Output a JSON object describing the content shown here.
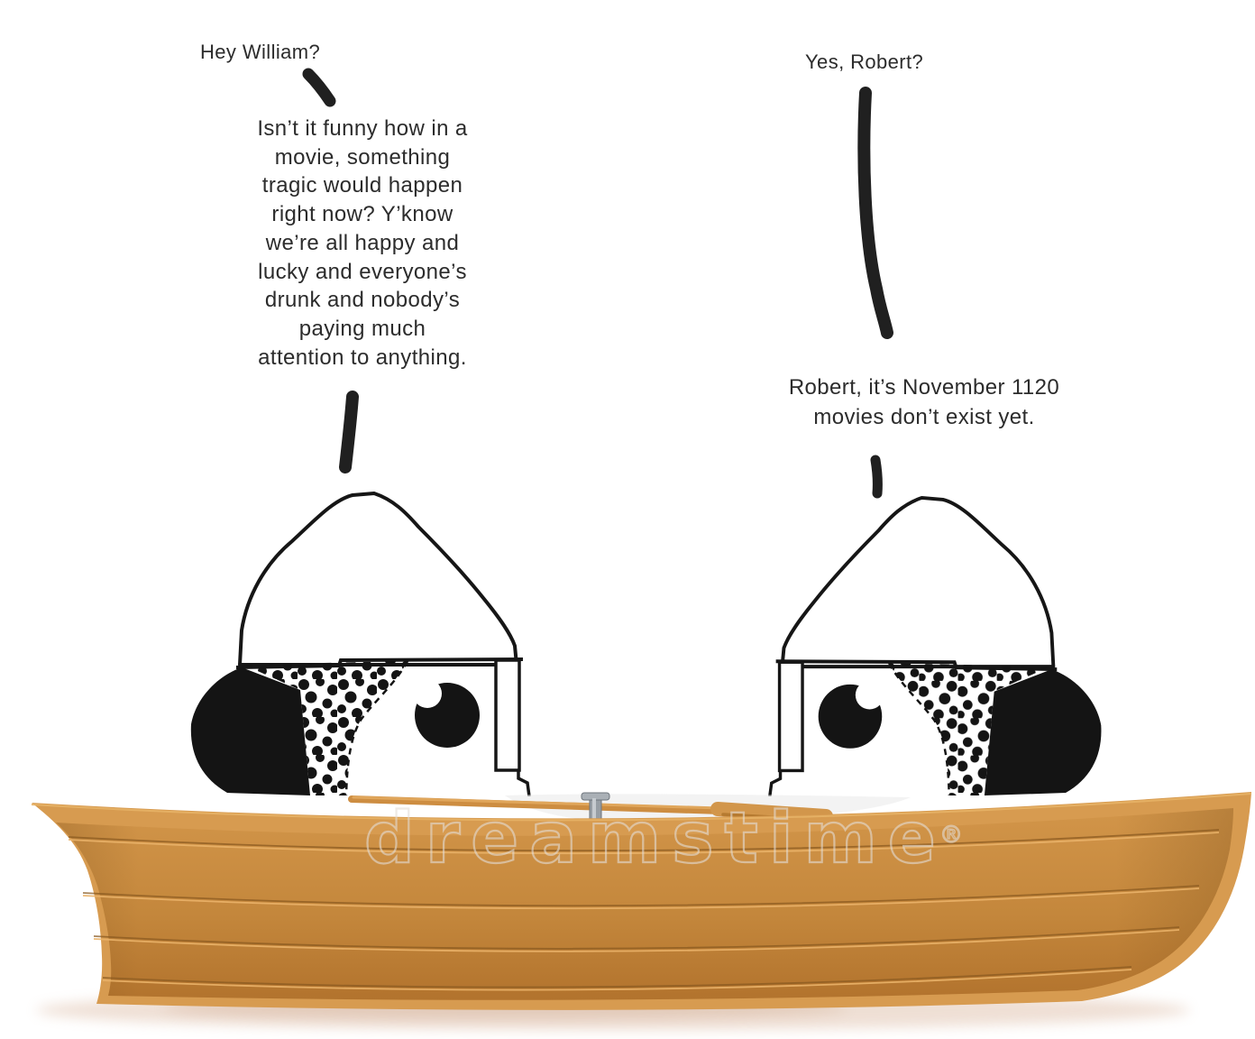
{
  "dialogue": {
    "robert_greeting": "Hey William?",
    "william_response": "Yes, Robert?",
    "robert_monologue_lines": [
      "Isn’t it funny how in a",
      "movie, something",
      "tragic would happen",
      "right now? Y’know",
      "we’re all happy and",
      "lucky and everyone’s",
      "drunk and nobody’s",
      "paying much",
      "attention to anything."
    ],
    "william_reply_lines": [
      "Robert, it’s November 1120",
      "movies don’t exist yet."
    ]
  },
  "watermark": {
    "text": "dreamstime",
    "registered_mark": "®"
  },
  "graphics": {
    "left_head_icon": "pixel-helmet-head-icon",
    "right_head_icon": "pixel-helmet-head-icon-mirrored",
    "boat_icon": "wooden-rowboat",
    "oar_icon": "oar",
    "oarlock_icon": "oarlock",
    "stroke_icons": "hand-drawn-ink-speech-strokes"
  },
  "colors": {
    "text": "#2c2c2c",
    "ink": "#202020",
    "boat_rim": "#d79b50",
    "boat_plank_top": "#d29549",
    "boat_plank_bottom": "#b2732d",
    "oar": "#cd8d41",
    "oarlock_metal": "#979ea5",
    "watermark_stroke": "#e3ddd6",
    "shadow": "#d7b096"
  }
}
